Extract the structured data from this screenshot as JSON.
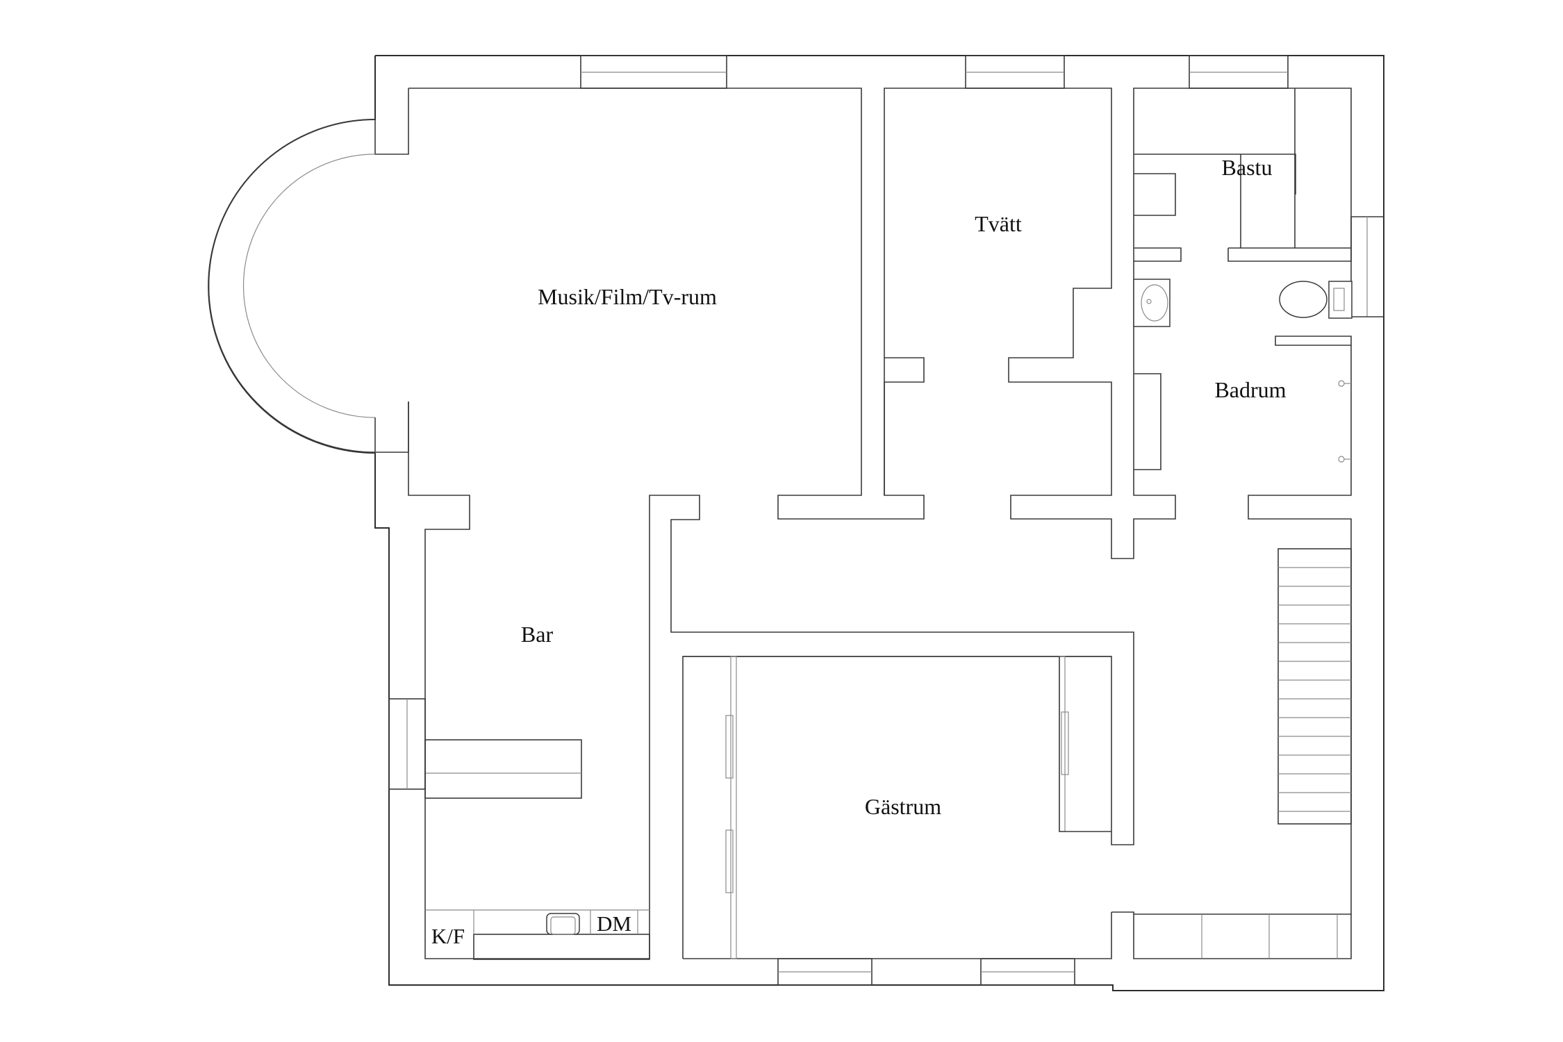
{
  "plan": {
    "rooms": {
      "music": "Musik/Film/Tv-rum",
      "laundry": "Tvätt",
      "sauna": "Bastu",
      "bathroom": "Badrum",
      "bar": "Bar",
      "guest": "Gästrum"
    },
    "fixtures": {
      "fridge": "K/F",
      "dishwasher": "DM"
    },
    "colors": {
      "background": "#ffffff",
      "lines": "#3a3a3a"
    }
  }
}
